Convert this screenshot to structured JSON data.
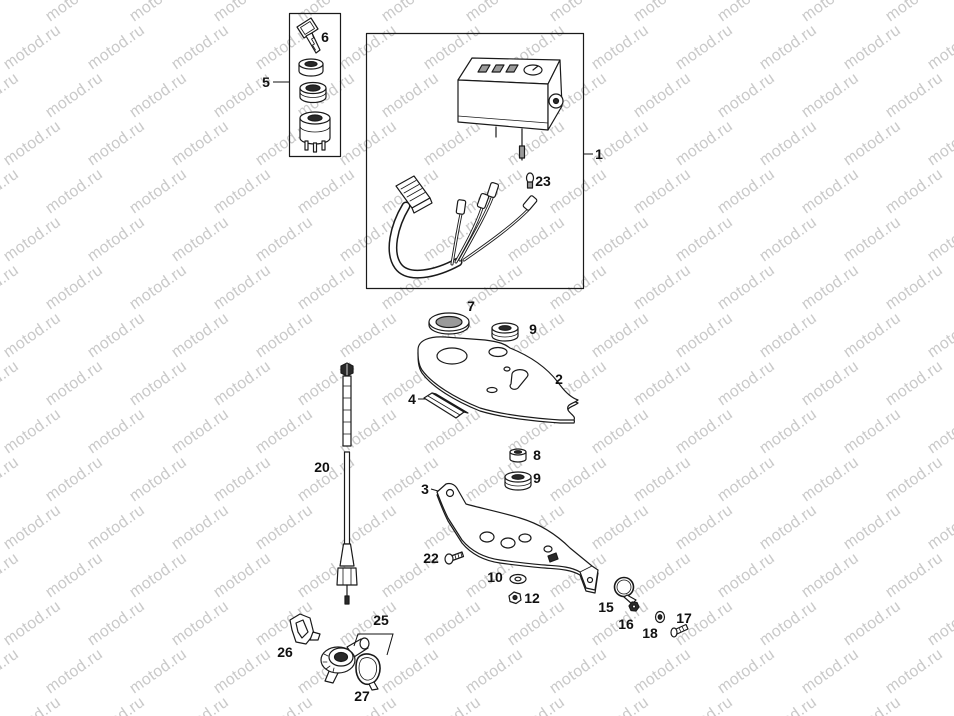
{
  "watermark": {
    "text": "motod.ru"
  },
  "colors": {
    "line": "#1a1a1a",
    "watermark": "#c9c9c9",
    "background": "#ffffff"
  },
  "callouts": [
    "1",
    "2",
    "3",
    "4",
    "5",
    "6",
    "7",
    "8",
    "9",
    "9",
    "10",
    "12",
    "15",
    "16",
    "17",
    "18",
    "20",
    "22",
    "23",
    "25",
    "26",
    "27"
  ]
}
